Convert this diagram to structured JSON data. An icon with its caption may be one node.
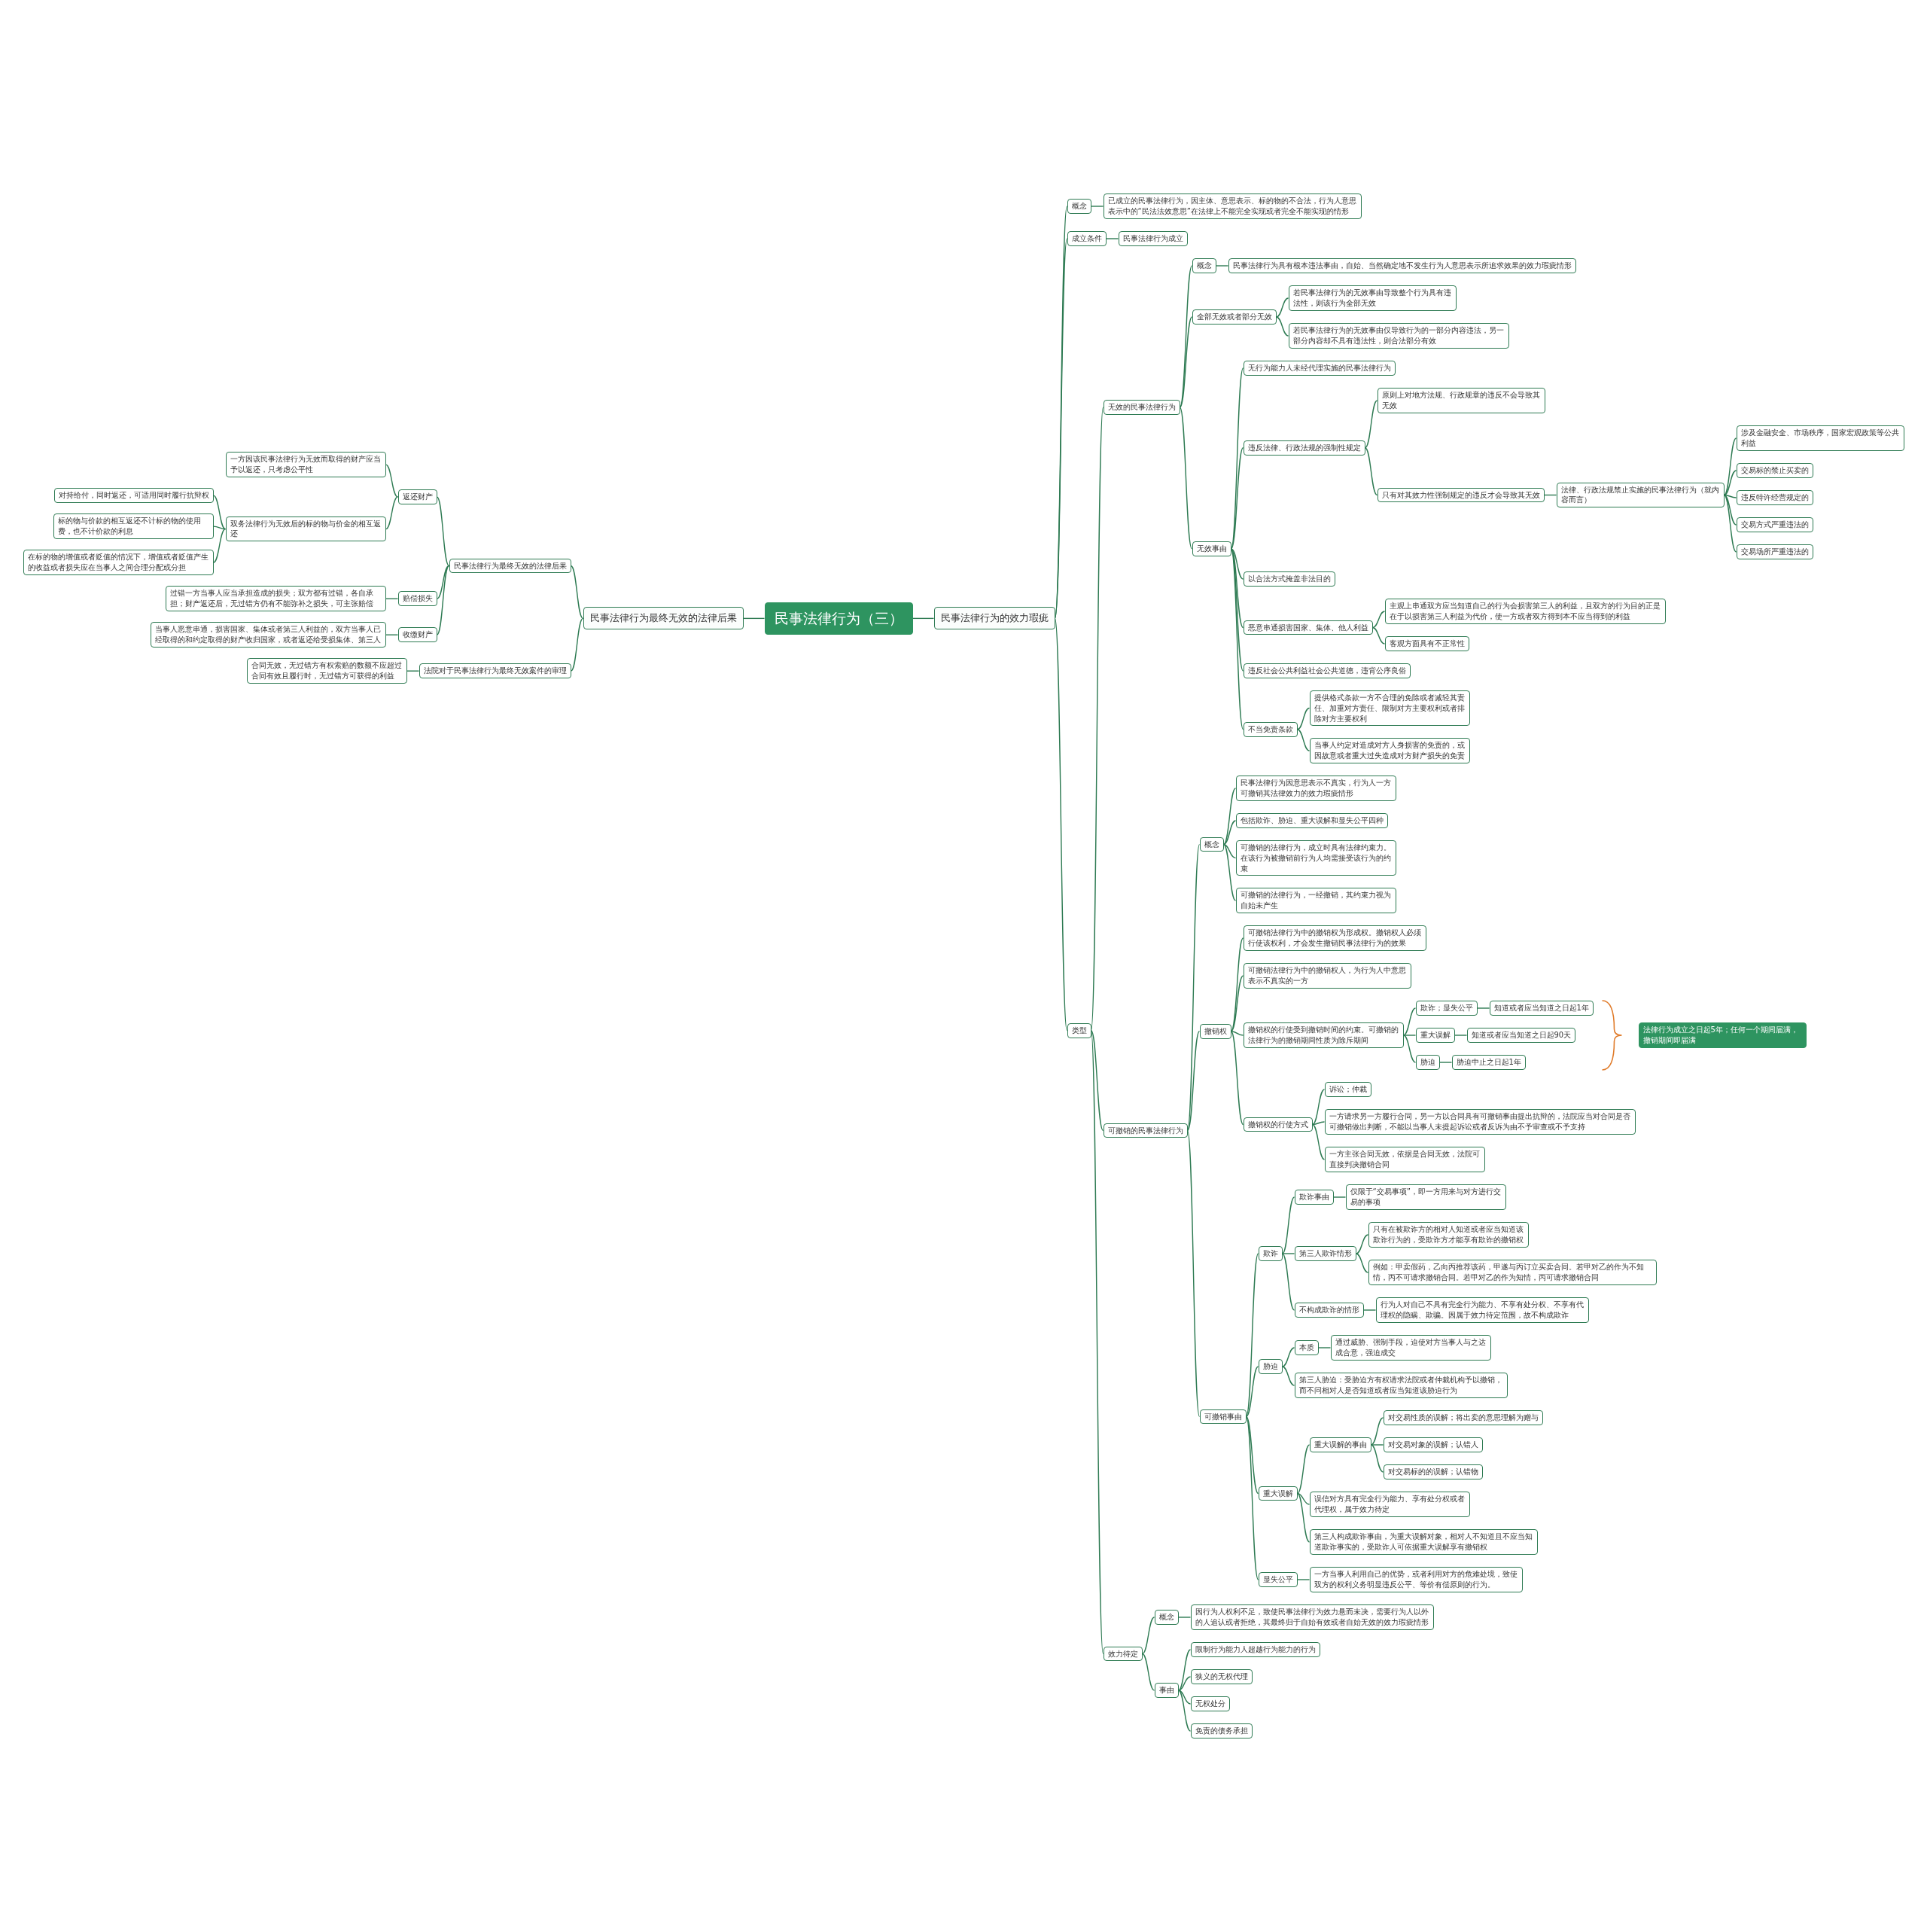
{
  "diagram": {
    "nodes": [
      {
        "text": [
          "民事法律行为（三）"
        ]
      },
      {
        "text": [
          "民事法律行为最终无效的法律后果"
        ]
      },
      {
        "text": [
          "民事法律行为最终无效的法律后果"
        ]
      },
      {
        "text": [
          "返还财产"
        ]
      },
      {
        "text": [
          "一方因该民事法律行为无效而取得的财产应当予以返还，只考虑公平性"
        ]
      },
      {
        "text": [
          "双务法律行为无效后的标的物与价金的相互返还"
        ]
      },
      {
        "text": [
          "对持给付，同时返还，可适用同时履行抗辩权"
        ]
      },
      {
        "text": [
          "标的物与价款的相互返还不计标的物的使用费，也不计价款的利息"
        ]
      },
      {
        "text": [
          "在标的物的增值或者贬值的情况下，增值或者贬值产生的收益或者损失应在当事人之间合理分配或分担"
        ]
      },
      {
        "text": [
          "赔偿损失"
        ]
      },
      {
        "text": [
          "过错一方当事人应当承担造成的损失；双方都有过错，各自承担；财产返还后，无过错方仍有不能弥补之损失，可主张赔偿"
        ]
      },
      {
        "text": [
          "收缴财产"
        ]
      },
      {
        "text": [
          "当事人恶意串通，损害国家、集体或者第三人利益的，双方当事人已经取得的和约定取得的财产收归国家，或者返还给受损集体、第三人"
        ]
      },
      {
        "text": [
          "法院对于民事法律行为最终无效案件的审理"
        ]
      },
      {
        "text": [
          "合同无效，无过错方有权索赔的数额不应超过合同有效且履行时，无过错方可获得的利益"
        ]
      },
      {
        "text": [
          "民事法律行为的效力瑕疵"
        ]
      },
      {
        "text": [
          "概念"
        ]
      },
      {
        "text": [
          "已成立的民事法律行为，因主体、意思表示、标的物的不合法，行为人意思表示中的“民法法效意思”在法律上不能完全实现或者完全不能实现的情形"
        ]
      },
      {
        "text": [
          "成立条件"
        ]
      },
      {
        "text": [
          "民事法律行为成立"
        ]
      },
      {
        "text": [
          "类型"
        ]
      },
      {
        "text": [
          "无效的民事法律行为"
        ]
      },
      {
        "text": [
          "概念"
        ]
      },
      {
        "text": [
          "民事法律行为具有根本违法事由，自始、当然确定地不发生行为人意思表示所追求效果的效力瑕疵情形"
        ]
      },
      {
        "text": [
          "全部无效或者部分无效"
        ]
      },
      {
        "text": [
          "若民事法律行为的无效事由导致整个行为具有违法性，则该行为全部无效"
        ]
      },
      {
        "text": [
          "若民事法律行为的无效事由仅导致行为的一部分内容违法，另一部分内容却不具有违法性，则合法部分有效"
        ]
      },
      {
        "text": [
          "无效事由"
        ]
      },
      {
        "text": [
          "无行为能力人未经代理实施的民事法律行为"
        ]
      },
      {
        "text": [
          "违反法律、行政法规的强制性规定"
        ]
      },
      {
        "text": [
          "原则上对地方法规、行政规章的违反不会导致其无效"
        ]
      },
      {
        "text": [
          "只有对其效力性强制规定的违反才会导致其无效"
        ]
      },
      {
        "text": [
          "法律、行政法规禁止实施的民事法律行为（就内容而言）"
        ]
      },
      {
        "text": [
          "涉及金融安全、市场秩序，国家宏观政策等公共利益"
        ]
      },
      {
        "text": [
          "交易标的禁止买卖的"
        ]
      },
      {
        "text": [
          "违反特许经营规定的"
        ]
      },
      {
        "text": [
          "交易方式严重违法的"
        ]
      },
      {
        "text": [
          "交易场所严重违法的"
        ]
      },
      {
        "text": [
          "以合法方式掩盖非法目的"
        ]
      },
      {
        "text": [
          "恶意串通损害国家、集体、他人利益"
        ]
      },
      {
        "text": [
          "主观上串通双方应当知道自己的行为会损害第三人的利益，且双方的行为目的正是在于以损害第三人利益为代价，使一方或者双方得到本不应当得到的利益"
        ]
      },
      {
        "text": [
          "客观方面具有不正常性"
        ]
      },
      {
        "text": [
          "违反社会公共利益社会公共道德，违背公序良俗"
        ]
      },
      {
        "text": [
          "不当免责条款"
        ]
      },
      {
        "text": [
          "提供格式条款一方不合理的免除或者减轻其责任、加重对方责任、限制对方主要权利或者排除对方主要权利"
        ]
      },
      {
        "text": [
          "当事人约定对造成对方人身损害的免责的，或因故意或者重大过失造成对方财产损失的免责"
        ]
      },
      {
        "text": [
          "可撤销的民事法律行为"
        ]
      },
      {
        "text": [
          "概念"
        ]
      },
      {
        "text": [
          "民事法律行为因意思表示不真实，行为人一方可撤销其法律效力的效力瑕疵情形"
        ]
      },
      {
        "text": [
          "包括欺诈、胁迫、重大误解和显失公平四种"
        ]
      },
      {
        "text": [
          "可撤销的法律行为，成立时具有法律约束力。在该行为被撤销前行为人均需接受该行为的约束"
        ]
      },
      {
        "text": [
          "可撤销的法律行为，一经撤销，其约束力视为自始未产生"
        ]
      },
      {
        "text": [
          "撤销权"
        ]
      },
      {
        "text": [
          "可撤销法律行为中的撤销权为形成权。撤销权人必须行使该权利，才会发生撤销民事法律行为的效果"
        ]
      },
      {
        "text": [
          "可撤销法律行为中的撤销权人，为行为人中意思表示不真实的一方"
        ]
      },
      {
        "text": [
          "撤销权的行使受到撤销时间的约束。可撤销的法律行为的撤销期间性质为除斥期间"
        ]
      },
      {
        "text": [
          "欺诈；显失公平"
        ]
      },
      {
        "text": [
          "知道或者应当知道之日起1年"
        ]
      },
      {
        "text": [
          "重大误解"
        ]
      },
      {
        "text": [
          "知道或者应当知道之日起90天"
        ]
      },
      {
        "text": [
          "胁迫"
        ]
      },
      {
        "text": [
          "胁迫中止之日起1年"
        ]
      },
      {
        "text": [
          "法律行为成立之日起5年；任何一个期间届满，撤销期间即届满"
        ]
      },
      {
        "text": [
          "撤销权的行使方式"
        ]
      },
      {
        "text": [
          "诉讼；仲裁"
        ]
      },
      {
        "text": [
          "一方请求另一方履行合同，另一方以合同具有可撤销事由提出抗辩的，法院应当对合同是否可撤销做出判断，不能以当事人未提起诉讼或者反诉为由不予审查或不予支持"
        ]
      },
      {
        "text": [
          "一方主张合同无效，依据是合同无效，法院可直接判决撤销合同"
        ]
      },
      {
        "text": [
          "可撤销事由"
        ]
      },
      {
        "text": [
          "欺诈"
        ]
      },
      {
        "text": [
          "欺诈事由"
        ]
      },
      {
        "text": [
          "仅限于“交易事项”，即一方用来与对方进行交易的事项"
        ]
      },
      {
        "text": [
          "第三人欺诈情形"
        ]
      },
      {
        "text": [
          "只有在被欺诈方的相对人知道或者应当知道该欺诈行为的，受欺诈方才能享有欺诈的撤销权"
        ]
      },
      {
        "text": [
          "例如：甲卖假药，乙向丙推荐该药，甲遂与丙订立买卖合同。若甲对乙的作为不知情，丙不可请求撤销合同。若甲对乙的作为知情，丙可请求撤销合同"
        ]
      },
      {
        "text": [
          "不构成欺诈的情形"
        ]
      },
      {
        "text": [
          "行为人对自己不具有完全行为能力、不享有处分权、不享有代理权的隐瞒、欺骗。因属于效力待定范围，故不构成欺诈"
        ]
      },
      {
        "text": [
          "胁迫"
        ]
      },
      {
        "text": [
          "本质"
        ]
      },
      {
        "text": [
          "通过威胁、强制手段，迫使对方当事人与之达成合意，强迫成交"
        ]
      },
      {
        "text": [
          "第三人胁迫：受胁迫方有权请求法院或者仲裁机构予以撤销，而不问相对人是否知道或者应当知道该胁迫行为"
        ]
      },
      {
        "text": [
          "重大误解"
        ]
      },
      {
        "text": [
          "重大误解的事由"
        ]
      },
      {
        "text": [
          "对交易性质的误解；将出卖的意思理解为赠与"
        ]
      },
      {
        "text": [
          "对交易对象的误解；认错人"
        ]
      },
      {
        "text": [
          "对交易标的的误解；认错物"
        ]
      },
      {
        "text": [
          "误信对方具有完全行为能力、享有处分权或者代理权，属于效力待定"
        ]
      },
      {
        "text": [
          "第三人构成欺诈事由，为重大误解对象，相对人不知道且不应当知道欺诈事实的，受欺诈人可依据重大误解享有撤销权"
        ]
      },
      {
        "text": [
          "显失公平"
        ]
      },
      {
        "text": [
          "一方当事人利用自己的优势，或者利用对方的危难处境，致使双方的权利义务明显违反公平、等价有偿原则的行为。"
        ]
      },
      {
        "text": [
          "效力待定"
        ]
      },
      {
        "text": [
          "概念"
        ]
      },
      {
        "text": [
          "因行为人权利不足，致使民事法律行为效力悬而未决，需要行为人以外的人追认或者拒绝，其最终归于自始有效或者自始无效的效力瑕疵情形"
        ]
      },
      {
        "text": [
          "事由"
        ]
      },
      {
        "text": [
          "限制行为能力人超越行为能力的行为"
        ]
      },
      {
        "text": [
          "狭义的无权代理"
        ]
      },
      {
        "text": [
          "无权处分"
        ]
      },
      {
        "text": [
          "免责的债务承担"
        ]
      }
    ],
    "edges": [
      {
        "from": 0,
        "to": 1,
        "arrow": "none"
      },
      {
        "from": 1,
        "to": 2,
        "arrow": "none"
      },
      {
        "from": 2,
        "to": 3,
        "arrow": "none"
      },
      {
        "from": 3,
        "to": 4,
        "arrow": "none"
      },
      {
        "from": 3,
        "to": 5,
        "arrow": "none"
      },
      {
        "from": 5,
        "to": 6,
        "arrow": "none"
      },
      {
        "from": 5,
        "to": 7,
        "arrow": "none"
      },
      {
        "from": 5,
        "to": 8,
        "arrow": "none"
      },
      {
        "from": 2,
        "to": 9,
        "arrow": "none"
      },
      {
        "from": 9,
        "to": 10,
        "arrow": "none"
      },
      {
        "from": 2,
        "to": 11,
        "arrow": "none"
      },
      {
        "from": 11,
        "to": 12,
        "arrow": "none"
      },
      {
        "from": 1,
        "to": 13,
        "arrow": "none"
      },
      {
        "from": 13,
        "to": 14,
        "arrow": "none"
      },
      {
        "from": 0,
        "to": 15,
        "arrow": "none"
      },
      {
        "from": 15,
        "to": 16,
        "arrow": "none"
      },
      {
        "from": 16,
        "to": 17,
        "arrow": "none"
      },
      {
        "from": 15,
        "to": 18,
        "arrow": "none"
      },
      {
        "from": 18,
        "to": 19,
        "arrow": "none"
      },
      {
        "from": 15,
        "to": 20,
        "arrow": "none"
      },
      {
        "from": 20,
        "to": 21,
        "arrow": "none"
      },
      {
        "from": 21,
        "to": 22,
        "arrow": "none"
      },
      {
        "from": 22,
        "to": 23,
        "arrow": "none"
      },
      {
        "from": 21,
        "to": 24,
        "arrow": "none"
      },
      {
        "from": 24,
        "to": 25,
        "arrow": "none"
      },
      {
        "from": 24,
        "to": 26,
        "arrow": "none"
      },
      {
        "from": 21,
        "to": 27,
        "arrow": "none"
      },
      {
        "from": 27,
        "to": 28,
        "arrow": "none"
      },
      {
        "from": 27,
        "to": 29,
        "arrow": "none"
      },
      {
        "from": 29,
        "to": 30,
        "arrow": "none"
      },
      {
        "from": 29,
        "to": 31,
        "arrow": "none"
      },
      {
        "from": 31,
        "to": 32,
        "arrow": "none"
      },
      {
        "from": 32,
        "to": 33,
        "arrow": "none"
      },
      {
        "from": 32,
        "to": 34,
        "arrow": "none"
      },
      {
        "from": 32,
        "to": 35,
        "arrow": "none"
      },
      {
        "from": 32,
        "to": 36,
        "arrow": "none"
      },
      {
        "from": 32,
        "to": 37,
        "arrow": "none"
      },
      {
        "from": 27,
        "to": 38,
        "arrow": "none"
      },
      {
        "from": 27,
        "to": 39,
        "arrow": "none"
      },
      {
        "from": 39,
        "to": 40,
        "arrow": "none"
      },
      {
        "from": 39,
        "to": 41,
        "arrow": "none"
      },
      {
        "from": 27,
        "to": 42,
        "arrow": "none"
      },
      {
        "from": 27,
        "to": 43,
        "arrow": "none"
      },
      {
        "from": 43,
        "to": 44,
        "arrow": "none"
      },
      {
        "from": 43,
        "to": 45,
        "arrow": "none"
      },
      {
        "from": 20,
        "to": 46,
        "arrow": "none"
      },
      {
        "from": 46,
        "to": 47,
        "arrow": "none"
      },
      {
        "from": 47,
        "to": 48,
        "arrow": "none"
      },
      {
        "from": 47,
        "to": 49,
        "arrow": "none"
      },
      {
        "from": 47,
        "to": 50,
        "arrow": "none"
      },
      {
        "from": 47,
        "to": 51,
        "arrow": "none"
      },
      {
        "from": 46,
        "to": 52,
        "arrow": "none"
      },
      {
        "from": 52,
        "to": 53,
        "arrow": "none"
      },
      {
        "from": 52,
        "to": 54,
        "arrow": "none"
      },
      {
        "from": 52,
        "to": 55,
        "arrow": "none"
      },
      {
        "from": 55,
        "to": 56,
        "arrow": "none"
      },
      {
        "from": 56,
        "to": 57,
        "arrow": "none"
      },
      {
        "from": 55,
        "to": 58,
        "arrow": "none"
      },
      {
        "from": 58,
        "to": 59,
        "arrow": "none"
      },
      {
        "from": 55,
        "to": 60,
        "arrow": "none"
      },
      {
        "from": 60,
        "to": 61,
        "arrow": "none"
      },
      {
        "from": 52,
        "to": 63,
        "arrow": "none"
      },
      {
        "from": 63,
        "to": 64,
        "arrow": "none"
      },
      {
        "from": 63,
        "to": 65,
        "arrow": "none"
      },
      {
        "from": 63,
        "to": 66,
        "arrow": "none"
      },
      {
        "from": 46,
        "to": 67,
        "arrow": "none"
      },
      {
        "from": 67,
        "to": 68,
        "arrow": "none"
      },
      {
        "from": 68,
        "to": 69,
        "arrow": "none"
      },
      {
        "from": 69,
        "to": 70,
        "arrow": "none"
      },
      {
        "from": 68,
        "to": 71,
        "arrow": "none"
      },
      {
        "from": 71,
        "to": 72,
        "arrow": "none"
      },
      {
        "from": 71,
        "to": 73,
        "arrow": "none"
      },
      {
        "from": 68,
        "to": 74,
        "arrow": "none"
      },
      {
        "from": 74,
        "to": 75,
        "arrow": "none"
      },
      {
        "from": 67,
        "to": 76,
        "arrow": "none"
      },
      {
        "from": 76,
        "to": 77,
        "arrow": "none"
      },
      {
        "from": 77,
        "to": 78,
        "arrow": "none"
      },
      {
        "from": 76,
        "to": 79,
        "arrow": "none"
      },
      {
        "from": 67,
        "to": 80,
        "arrow": "none"
      },
      {
        "from": 80,
        "to": 81,
        "arrow": "none"
      },
      {
        "from": 81,
        "to": 82,
        "arrow": "none"
      },
      {
        "from": 81,
        "to": 83,
        "arrow": "none"
      },
      {
        "from": 81,
        "to": 84,
        "arrow": "none"
      },
      {
        "from": 80,
        "to": 85,
        "arrow": "none"
      },
      {
        "from": 80,
        "to": 86,
        "arrow": "none"
      },
      {
        "from": 67,
        "to": 87,
        "arrow": "none"
      },
      {
        "from": 87,
        "to": 88,
        "arrow": "none"
      },
      {
        "from": 20,
        "to": 89,
        "arrow": "none"
      },
      {
        "from": 89,
        "to": 90,
        "arrow": "none"
      },
      {
        "from": 90,
        "to": 91,
        "arrow": "none"
      },
      {
        "from": 89,
        "to": 92,
        "arrow": "none"
      },
      {
        "from": 92,
        "to": 93,
        "arrow": "none"
      },
      {
        "from": 92,
        "to": 94,
        "arrow": "none"
      },
      {
        "from": 92,
        "to": 95,
        "arrow": "none"
      },
      {
        "from": 92,
        "to": 96,
        "arrow": "none"
      }
    ]
  }
}
